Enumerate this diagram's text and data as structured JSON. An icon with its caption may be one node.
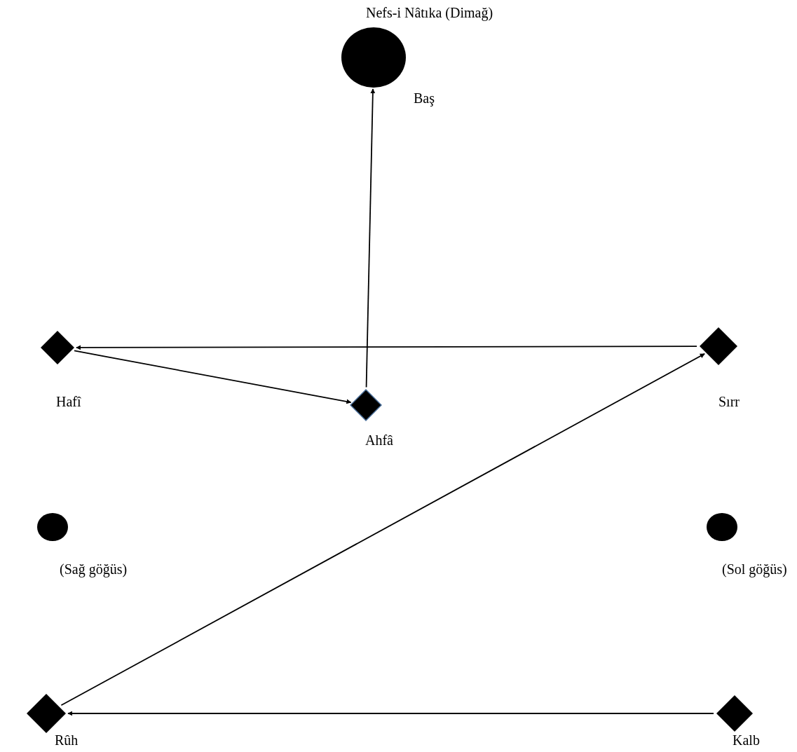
{
  "diagram": {
    "nodes": [
      {
        "text": [
          "Nefs-i Nâtıka (Dimağ)"
        ],
        "beside": [
          "Baş"
        ]
      },
      {
        "text": [
          "Hafî"
        ]
      },
      {
        "text": [
          "Sırr"
        ]
      },
      {
        "text": [
          "Ahfâ"
        ]
      },
      {
        "text": [
          "(Sağ göğüs)"
        ]
      },
      {
        "text": [
          "(Sol göğüs)"
        ]
      },
      {
        "text": [
          "Rûh"
        ]
      },
      {
        "text": [
          "Kalb"
        ]
      }
    ],
    "edges": [
      {
        "from": 7,
        "to": 6,
        "arrow": "to"
      },
      {
        "from": 6,
        "to": 2,
        "arrow": "to"
      },
      {
        "from": 2,
        "to": 1,
        "arrow": "to"
      },
      {
        "from": 1,
        "to": 3,
        "arrow": "to"
      },
      {
        "from": 3,
        "to": 0,
        "arrow": "to"
      }
    ]
  }
}
